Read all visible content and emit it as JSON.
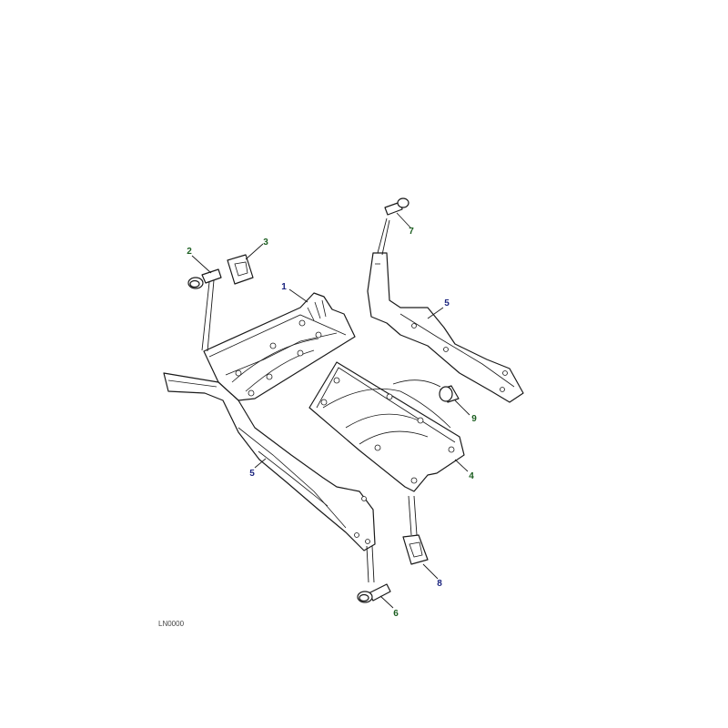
{
  "diagram": {
    "callouts": [
      {
        "id": "1",
        "color": "#1a237e"
      },
      {
        "id": "2",
        "color": "#1b5e20"
      },
      {
        "id": "3",
        "color": "#1b5e20"
      },
      {
        "id": "4",
        "color": "#1b5e20"
      },
      {
        "id": "5",
        "color": "#1a237e"
      },
      {
        "id": "6",
        "color": "#1b5e20"
      },
      {
        "id": "7",
        "color": "#1b5e20"
      },
      {
        "id": "8",
        "color": "#1a237e"
      },
      {
        "id": "9",
        "color": "#1b5e20"
      }
    ],
    "reference_code": "LN0000"
  }
}
